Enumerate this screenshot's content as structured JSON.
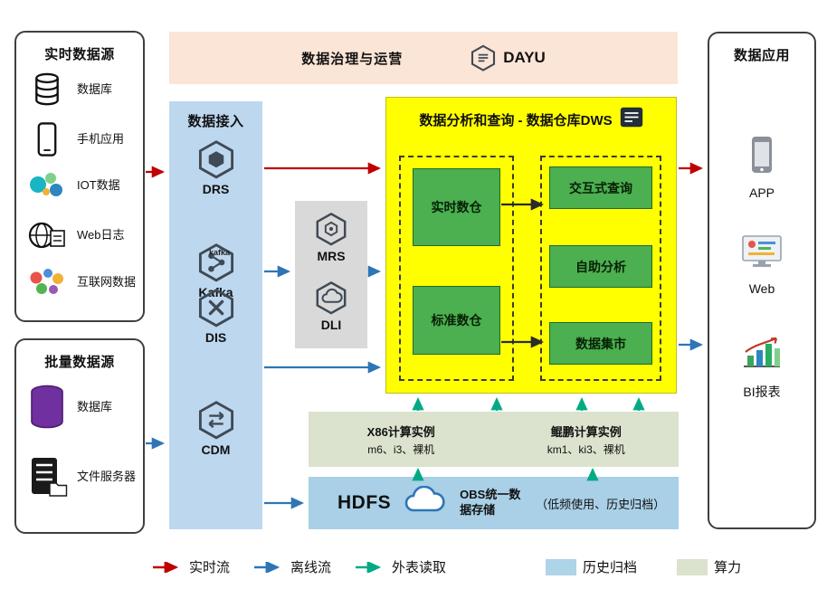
{
  "realtime_sources": {
    "title": "实时数据源",
    "items": [
      {
        "label": "数据库",
        "icon": "database-icon"
      },
      {
        "label": "手机应用",
        "icon": "phone-icon"
      },
      {
        "label": "IOT数据",
        "icon": "iot-icon"
      },
      {
        "label": "Web日志",
        "icon": "web-log-icon"
      },
      {
        "label": "互联网数据",
        "icon": "internet-data-icon"
      }
    ]
  },
  "batch_sources": {
    "title": "批量数据源",
    "items": [
      {
        "label": "数据库",
        "icon": "database-purple-icon"
      },
      {
        "label": "文件服务器",
        "icon": "file-server-icon"
      }
    ]
  },
  "governance": {
    "title": "数据治理与运营",
    "product": "DAYU",
    "icon": "dayu-logo-icon"
  },
  "ingestion": {
    "title": "数据接入",
    "kafka_wordmark": "kafka",
    "services": [
      {
        "name": "DRS",
        "icon": "drs-hexagon-icon"
      },
      {
        "name": "Kafka",
        "icon": "kafka-hexagon-icon"
      },
      {
        "name": "DIS",
        "icon": "dis-hexagon-icon"
      },
      {
        "name": "CDM",
        "icon": "cdm-hexagon-icon"
      }
    ]
  },
  "processing": {
    "services": [
      {
        "name": "MRS",
        "icon": "mrs-hexagon-icon"
      },
      {
        "name": "DLI",
        "icon": "dli-hexagon-icon"
      }
    ]
  },
  "dws": {
    "title": "数据分析和查询 - 数据仓库DWS",
    "icon": "dws-logo-icon",
    "left_modules": [
      "实时数仓",
      "标准数仓"
    ],
    "right_modules": [
      "交互式查询",
      "自助分析",
      "数据集市"
    ]
  },
  "compute": {
    "x86": {
      "title": "X86计算实例",
      "subtitle": "m6、i3、裸机"
    },
    "kunpeng": {
      "title": "鲲鹏计算实例",
      "subtitle": "km1、ki3、裸机"
    }
  },
  "storage": {
    "hdfs_label": "HDFS",
    "obs_title": "OBS统一数据存储",
    "obs_note": "（低频使用、历史归档）",
    "icon": "obs-cloud-icon"
  },
  "applications": {
    "title": "数据应用",
    "items": [
      {
        "label": "APP",
        "icon": "app-phone-icon"
      },
      {
        "label": "Web",
        "icon": "web-monitor-icon"
      },
      {
        "label": "BI报表",
        "icon": "bi-report-icon"
      }
    ]
  },
  "legend": {
    "items": [
      {
        "label": "实时流",
        "type": "arrow",
        "color": "#c00000"
      },
      {
        "label": "离线流",
        "type": "arrow",
        "color": "#2e75b6"
      },
      {
        "label": "外表读取",
        "type": "arrow",
        "color": "#00ab84"
      },
      {
        "label": "历史归档",
        "type": "swatch",
        "color": "#aed4e8"
      },
      {
        "label": "算力",
        "type": "swatch",
        "color": "#dbe2cd"
      }
    ]
  },
  "colors": {
    "realtime_flow": "#c00000",
    "offline_flow": "#2e75b6",
    "external_read": "#00ab84",
    "governance_bg": "#fbe5d6",
    "ingestion_bg": "#bdd7ee",
    "dws_bg": "#ffff00",
    "module_green": "#4caf50",
    "processing_bg": "#d9d9d9",
    "compute_bg": "#dbe2cd",
    "storage_bg": "#a9d0e6"
  }
}
